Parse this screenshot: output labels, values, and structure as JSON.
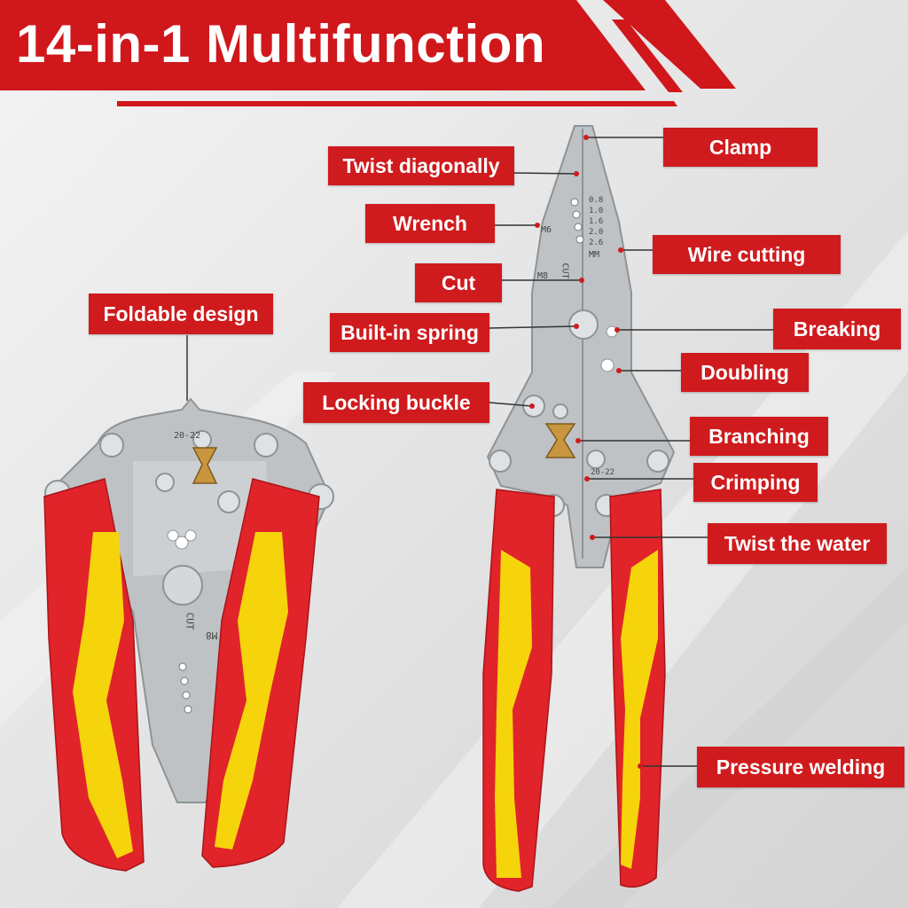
{
  "header": {
    "title": "14-in-1 Multifunction",
    "banner_color": "#d0171b"
  },
  "left_tool": {
    "label": "Foldable design",
    "blade_marks": [
      "20-22",
      "M8",
      "CUT"
    ]
  },
  "right_tool": {
    "blade_marks": [
      "M6",
      "M8",
      "CUT",
      "MM",
      "20-22"
    ],
    "gauge_sizes": [
      "0.8",
      "1.0",
      "1.6",
      "2.0",
      "2.6"
    ]
  },
  "features": {
    "clamp": "Clamp",
    "twist_diagonally": "Twist diagonally",
    "wrench": "Wrench",
    "wire_cutting": "Wire cutting",
    "cut": "Cut",
    "built_in_spring": "Built-in spring",
    "breaking": "Breaking",
    "doubling": "Doubling",
    "locking_buckle": "Locking buckle",
    "branching": "Branching",
    "crimping": "Crimping",
    "twist_the_water": "Twist the water",
    "pressure_welding": "Pressure welding"
  },
  "colors": {
    "label_bg": "#cf1b1e",
    "handle_red": "#e0242a",
    "handle_yellow": "#f6d40c",
    "steel": "#bfc3c6"
  }
}
